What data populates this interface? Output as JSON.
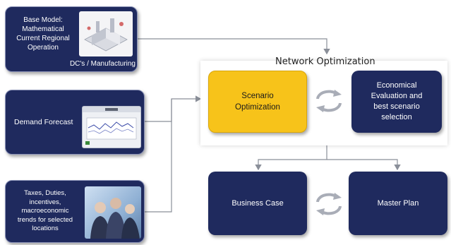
{
  "left_boxes": {
    "base_model": {
      "line1": "Base Model:",
      "line2": "Mathematical",
      "line3": "Current Regional",
      "line4": "Operation",
      "caption": "DC's / Manufacturing"
    },
    "demand_forecast": {
      "label": "Demand Forecast"
    },
    "taxes": {
      "line1": "Taxes, Duties,",
      "line2": "incentives,",
      "line3": "macroeconomic",
      "line4": "trends for selected",
      "line5": "locations"
    }
  },
  "network_optimization": {
    "title": "Network Optimization",
    "scenario": {
      "line1": "Scenario",
      "line2": "Optimization"
    },
    "evaluation": {
      "line1": "Economical",
      "line2": "Evaluation and",
      "line3": "best scenario",
      "line4": "selection"
    }
  },
  "bottom": {
    "business_case": "Business Case",
    "master_plan": "Master Plan"
  },
  "colors": {
    "navy": "#1f2a5e",
    "yellow": "#f7c31a",
    "line": "#8a8f99"
  }
}
